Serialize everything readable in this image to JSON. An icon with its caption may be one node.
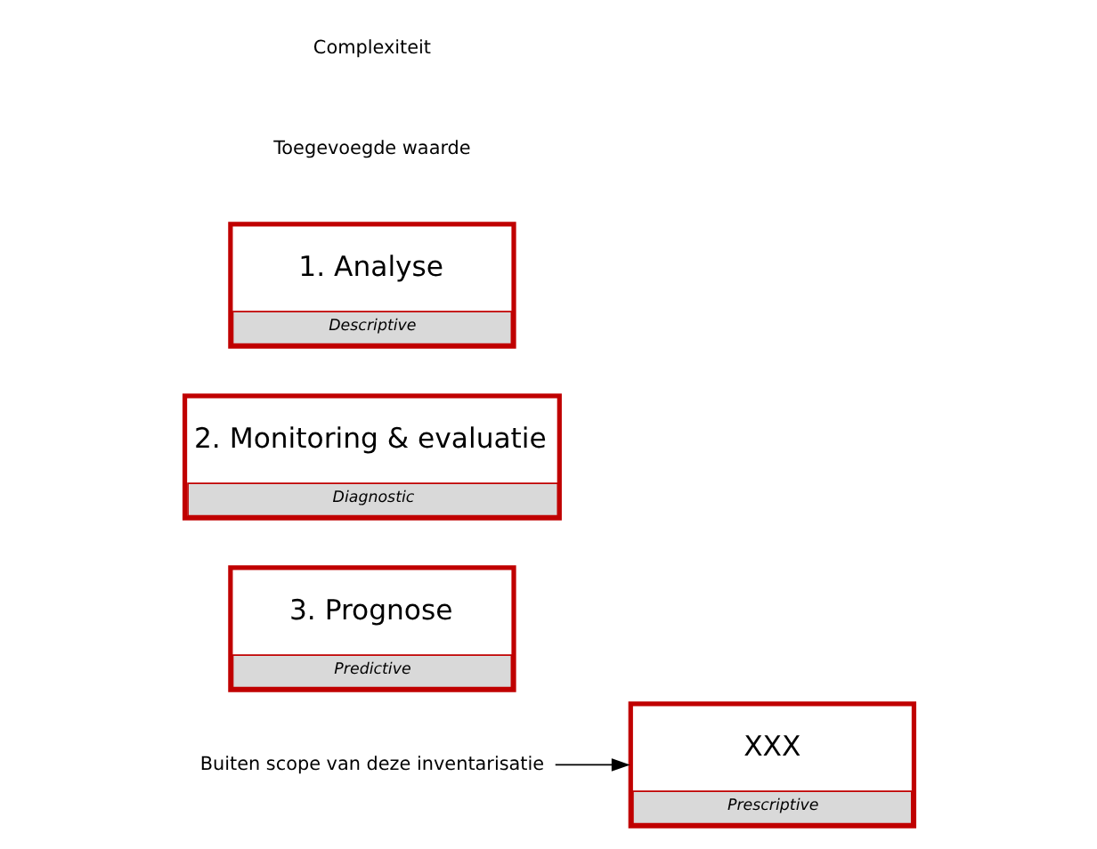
{
  "diagram": {
    "nodes": [
      {
        "text": [
          "Buiten scope van deze inventarisatie"
        ]
      },
      {
        "text": [
          "XXX",
          "Prescriptive"
        ]
      },
      {
        "text": [
          "3. Prognose",
          "Predictive"
        ]
      },
      {
        "text": [
          "2. Monitoring & evaluatie",
          "Diagnostic"
        ]
      },
      {
        "text": [
          "1. Analyse",
          "Descriptive"
        ]
      }
    ],
    "edges": [
      {
        "from": 0,
        "to": 1,
        "arrow": "to"
      }
    ],
    "labels": [
      "Toegevoegde waarde",
      "Complexiteit"
    ]
  }
}
